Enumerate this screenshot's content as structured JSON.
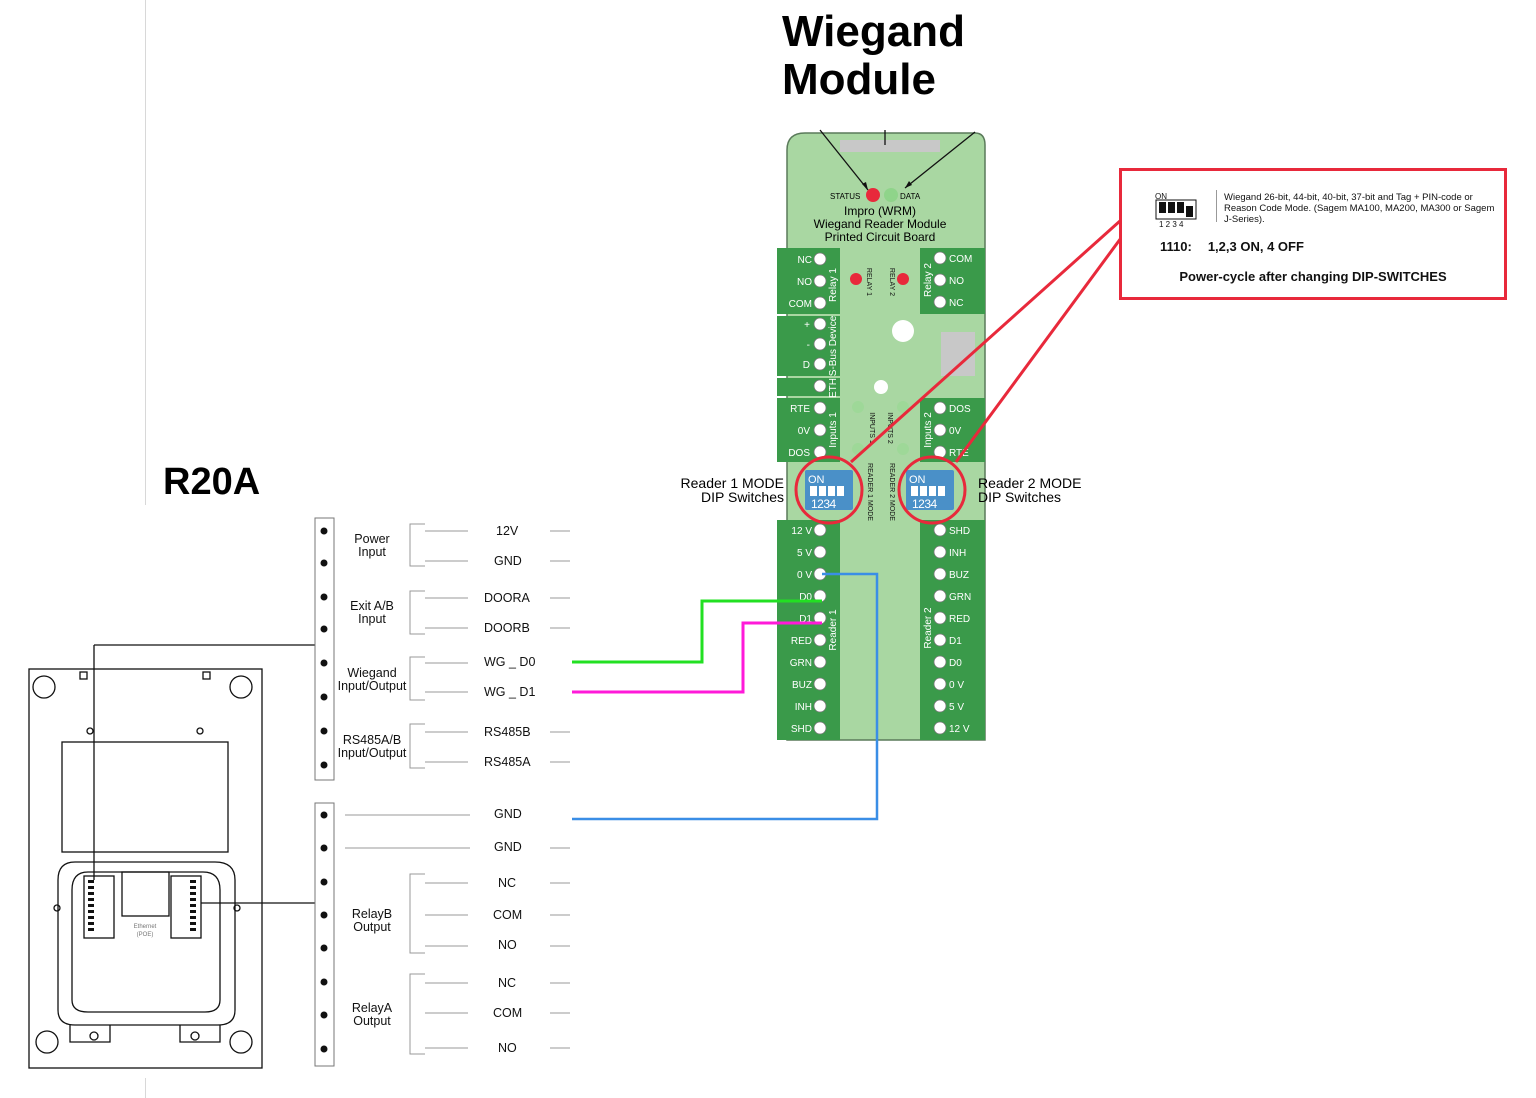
{
  "titles": {
    "module": "Wiegand\nModule",
    "reader": "R20A"
  },
  "pcb": {
    "status": "STATUS",
    "data": "DATA",
    "desc": [
      "Impro (WRM)",
      "Wiegand Reader Module",
      "Printed Circuit Board"
    ],
    "relay1_pins": [
      "NC",
      "NO",
      "COM"
    ],
    "relay2_pins": [
      "COM",
      "NO",
      "NC"
    ],
    "relay1_block": "Relay 1",
    "relay2_block": "Relay 2",
    "relay1_led": "RELAY 1",
    "relay2_led": "RELAY 2",
    "sbus_pins": [
      "+",
      "-",
      "D"
    ],
    "sbus_block": "S-Bus Device",
    "eth": "ETH",
    "inputs1_pins": [
      "RTE",
      "0V",
      "DOS"
    ],
    "inputs2_pins": [
      "DOS",
      "0V",
      "RTE"
    ],
    "inputs1_block": "Inputs 1",
    "inputs2_block": "Inputs 2",
    "inputs1_led": "INPUTS 1",
    "inputs2_led": "INPUTS 2",
    "reader1_mode": "READER 1 MODE",
    "reader2_mode": "READER 2 MODE",
    "dip_on": "ON",
    "dip_nums": "1234",
    "reader1_pins": [
      "12 V",
      "5 V",
      "0 V",
      "D0",
      "D1",
      "RED",
      "GRN",
      "BUZ",
      "INH",
      "SHD"
    ],
    "reader2_pins": [
      "SHD",
      "INH",
      "BUZ",
      "GRN",
      "RED",
      "D1",
      "D0",
      "0 V",
      "5 V",
      "12 V"
    ],
    "reader1_block": "Reader 1",
    "reader2_block": "Reader 2"
  },
  "dip_labels": {
    "reader1": [
      "Reader 1 MODE",
      "DIP Switches"
    ],
    "reader2": [
      "Reader 2 MODE",
      "DIP Switches"
    ]
  },
  "info": {
    "dip_on": "ON",
    "dip_nums": "1 2 3 4",
    "description": "Wiegand 26-bit, 44-bit, 40-bit, 37-bit and Tag + PIN-code or Reason Code Mode. (Sagem MA100, MA200, MA300 or Sagem J-Series).",
    "code": "1110:",
    "code_meaning": "1,2,3 ON, 4 OFF",
    "note": "Power-cycle after changing DIP-SWITCHES"
  },
  "r20a": {
    "groups1": [
      {
        "label": [
          "Power",
          "Input"
        ],
        "signals": [
          "12V",
          "GND"
        ]
      },
      {
        "label": [
          "Exit A/B",
          "Input"
        ],
        "signals": [
          "DOORA",
          "DOORB"
        ]
      },
      {
        "label": [
          "Wiegand",
          "Input/Output"
        ],
        "signals": [
          "WG _ D0",
          "WG _ D1"
        ]
      },
      {
        "label": [
          "RS485A/B",
          "Input/Output"
        ],
        "signals": [
          "RS485B",
          "RS485A"
        ]
      }
    ],
    "gnd_signals": [
      "GND",
      "GND"
    ],
    "groups2": [
      {
        "label": [
          "RelayB",
          "Output"
        ],
        "signals": [
          "NC",
          "COM",
          "NO"
        ]
      },
      {
        "label": [
          "RelayA",
          "Output"
        ],
        "signals": [
          "NC",
          "COM",
          "NO"
        ]
      }
    ],
    "device_text": [
      "Ethernet",
      "(POE)"
    ]
  },
  "colors": {
    "pcb_fill": "#a9d7a2",
    "pcb_dark": "#3a9a4a",
    "dip_blue": "#4a90c8",
    "red": "#e8293b",
    "wire_green": "#22e022",
    "wire_magenta": "#ff1ad9",
    "wire_blue": "#3a8ee6"
  }
}
